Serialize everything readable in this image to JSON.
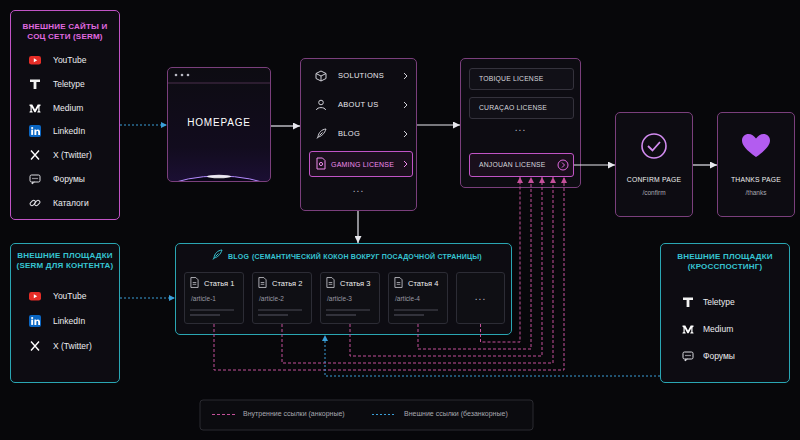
{
  "diagram": {
    "nodes": [
      {
        "text": [
          "ВНЕШНИЕ САЙТЫ И СОЦ СЕТИ (SERM)",
          "YouTube",
          "Teletype",
          "Medium",
          "LinkedIn",
          "X (Twitter)",
          "Форумы",
          "Каталоги"
        ]
      },
      {
        "text": [
          "HOMEPAGE"
        ]
      },
      {
        "text": [
          "SOLUTIONS",
          "ABOUT US",
          "BLOG",
          "..."
        ]
      },
      {
        "text": [
          "GAMING LICENSE"
        ],
        "in": 2
      },
      {
        "text": [
          "..."
        ]
      },
      {
        "text": [
          "TOBIQUE LICENSE"
        ],
        "in": 4
      },
      {
        "text": [
          "CURAÇAO LICENSE"
        ],
        "in": 4
      },
      {
        "text": [
          "ANJOUAN LICENSE"
        ],
        "in": 4
      },
      {
        "text": [
          "CONFIRM PAGE",
          "/confirm"
        ]
      },
      {
        "text": [
          "THANKS PAGE",
          "/thanks"
        ]
      },
      {
        "text": [
          "ВНЕШНИЕ ПЛОЩАДКИ (SERM ДЛЯ КОНТЕНТА)",
          "YouTube",
          "LinkedIn",
          "X (Twitter)"
        ]
      },
      {
        "text": [
          "BLOG",
          "(СЕМАНТИЧЕСКИЙ КОКОН ВОКРУГ ПОСАДОЧНОЙ СТРАНИЦЫ)"
        ]
      },
      {
        "text": [
          "Статья 1",
          "/article-1"
        ],
        "in": 11
      },
      {
        "text": [
          "Статья 2",
          "/article-2"
        ],
        "in": 11
      },
      {
        "text": [
          "Статья 3",
          "/article-3"
        ],
        "in": 11
      },
      {
        "text": [
          "Статья 4",
          "/article-4"
        ],
        "in": 11
      },
      {
        "text": [
          "..."
        ],
        "in": 11
      },
      {
        "text": [
          "ВНЕШНИЕ ПЛОЩАДКИ (КРОССПОСТИНГ)",
          "Teletype",
          "Medium",
          "Форумы"
        ]
      }
    ],
    "edges": [
      {
        "from": 0,
        "to": 1,
        "arrow": "to"
      },
      {
        "from": 1,
        "to": 2,
        "arrow": "to"
      },
      {
        "from": 2,
        "to": 4,
        "arrow": "to"
      },
      {
        "from": 7,
        "to": 8,
        "arrow": "to"
      },
      {
        "from": 8,
        "to": 9,
        "arrow": "to"
      },
      {
        "from": 2,
        "to": 11,
        "arrow": "to"
      },
      {
        "from": 10,
        "to": 11,
        "arrow": "to"
      },
      {
        "from": 12,
        "to": 7,
        "arrow": "to"
      },
      {
        "from": 13,
        "to": 7,
        "arrow": "to"
      },
      {
        "from": 14,
        "to": 7,
        "arrow": "to"
      },
      {
        "from": 15,
        "to": 7,
        "arrow": "to"
      },
      {
        "from": 16,
        "to": 7,
        "arrow": "to"
      },
      {
        "from": 17,
        "to": 11,
        "arrow": "to"
      }
    ],
    "legend": [
      {
        "text": "Внутренние ссылки (анкорные)"
      },
      {
        "text": "Внешние ссылки (безанкорные)"
      }
    ]
  }
}
